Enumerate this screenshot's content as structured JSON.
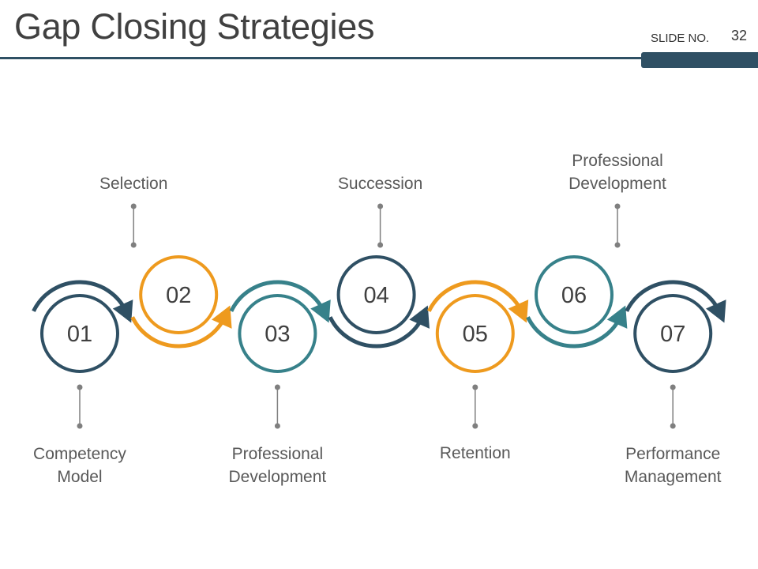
{
  "slide": {
    "title": "Gap Closing Strategies",
    "slide_no_label": "SLIDE NO.",
    "slide_no": "32"
  },
  "colors": {
    "navy": "#2f5064",
    "orange": "#ee9a1e",
    "teal": "#37818a",
    "connector": "#7f7f7f",
    "header_line": "#2f5064"
  },
  "steps": [
    {
      "number": "01",
      "label_lines": [
        "Competency",
        "Model"
      ],
      "color": "navy",
      "label_position": "below"
    },
    {
      "number": "02",
      "label_lines": [
        "Selection"
      ],
      "color": "orange",
      "label_position": "above"
    },
    {
      "number": "03",
      "label_lines": [
        "Professional",
        "Development"
      ],
      "color": "teal",
      "label_position": "below"
    },
    {
      "number": "04",
      "label_lines": [
        "Succession"
      ],
      "color": "navy",
      "label_position": "above"
    },
    {
      "number": "05",
      "label_lines": [
        "Retention"
      ],
      "color": "orange",
      "label_position": "below"
    },
    {
      "number": "06",
      "label_lines": [
        "Professional",
        "Development"
      ],
      "color": "teal",
      "label_position": "above"
    },
    {
      "number": "07",
      "label_lines": [
        "Performance",
        "Management"
      ],
      "color": "navy",
      "label_position": "below"
    }
  ]
}
